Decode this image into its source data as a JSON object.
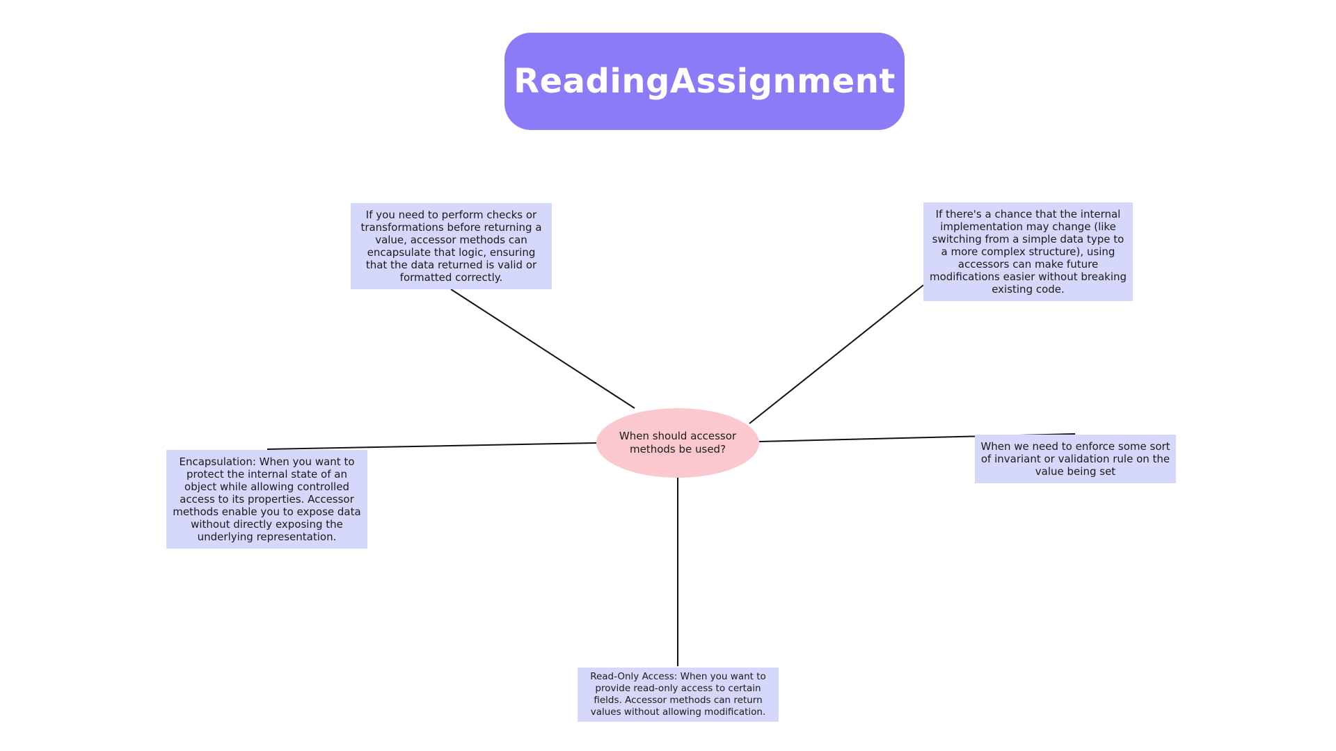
{
  "title": "ReadingAssignment",
  "center_question": "When should accessor methods be used?",
  "nodes": {
    "top_left": "If you need to perform checks or transformations before returning a value, accessor methods can encapsulate that logic, ensuring that the data returned is valid or formatted correctly.",
    "top_right": "If there's a chance that the internal implementation may change (like switching from a simple data type to a more complex structure), using accessors can make future modifications easier without breaking existing code.",
    "left": "Encapsulation: When you want to protect the internal state of an object while allowing controlled access to its properties. Accessor methods enable you to expose data without directly exposing the underlying representation.",
    "right": "When we need to enforce some sort of invariant or validation rule on the value being set",
    "bottom": "Read-Only Access: When you want to provide read-only access to certain fields. Accessor methods can return values without allowing modification."
  },
  "colors": {
    "title_background": "#8c7bf7",
    "center_background": "#fcc8cf",
    "node_background": "#d5d8fb",
    "connector": "#111111"
  }
}
